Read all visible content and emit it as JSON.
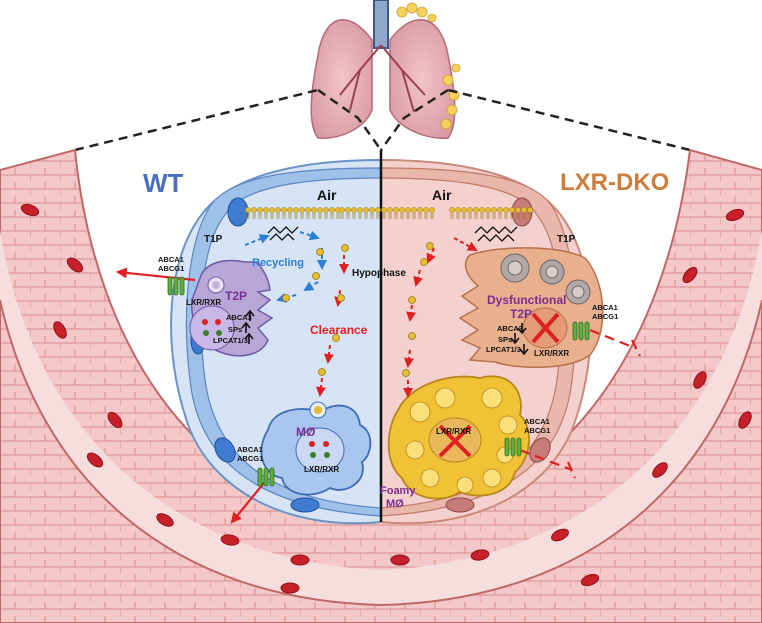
{
  "labels": {
    "wt": "WT",
    "ko": "LXR-DKO",
    "air_left": "Air",
    "air_right": "Air",
    "hypophase": "Hypophase",
    "recycling": "Recycling",
    "clearance": "Clearance",
    "t1p_left": "T1P",
    "t1p_right": "T1P",
    "t2p": "T2P",
    "dysfunctional": "Dysfunctional",
    "t2p_ko": "T2P",
    "mo": "MØ",
    "foamy": "Foamy",
    "foamy_mo": "MØ",
    "lxr_rxr_t2p": "LXR/RXR",
    "lxr_rxr_mo": "LXR/RXR",
    "lxr_rxr_ko_t2p": "LXR/RXR",
    "lxr_rxr_ko_mo": "LXR/RXR",
    "abca1_1": "ABCA1",
    "abcg1_1": "ABCG1",
    "abca1_2": "ABCA1",
    "abcg1_2": "ABCG1",
    "abca1_3": "ABCA1",
    "abcg1_3": "ABCG1",
    "abca1_4": "ABCA1",
    "abcg1_4": "ABCG1",
    "abca3_up": "ABCA3",
    "sps_up": "SPs",
    "lpcat_up": "LPCAT1/3",
    "abca3_down": "ABCA3",
    "sps_down": "SPs",
    "lpcat_down": "LPCAT1/3"
  },
  "colors": {
    "wt_blue": "#4a6fc0",
    "ko_orange": "#cf7d3c",
    "red_arrow": "#e02020",
    "blue_arrow": "#2a7fd6",
    "purple_label": "#7a2e8e"
  }
}
